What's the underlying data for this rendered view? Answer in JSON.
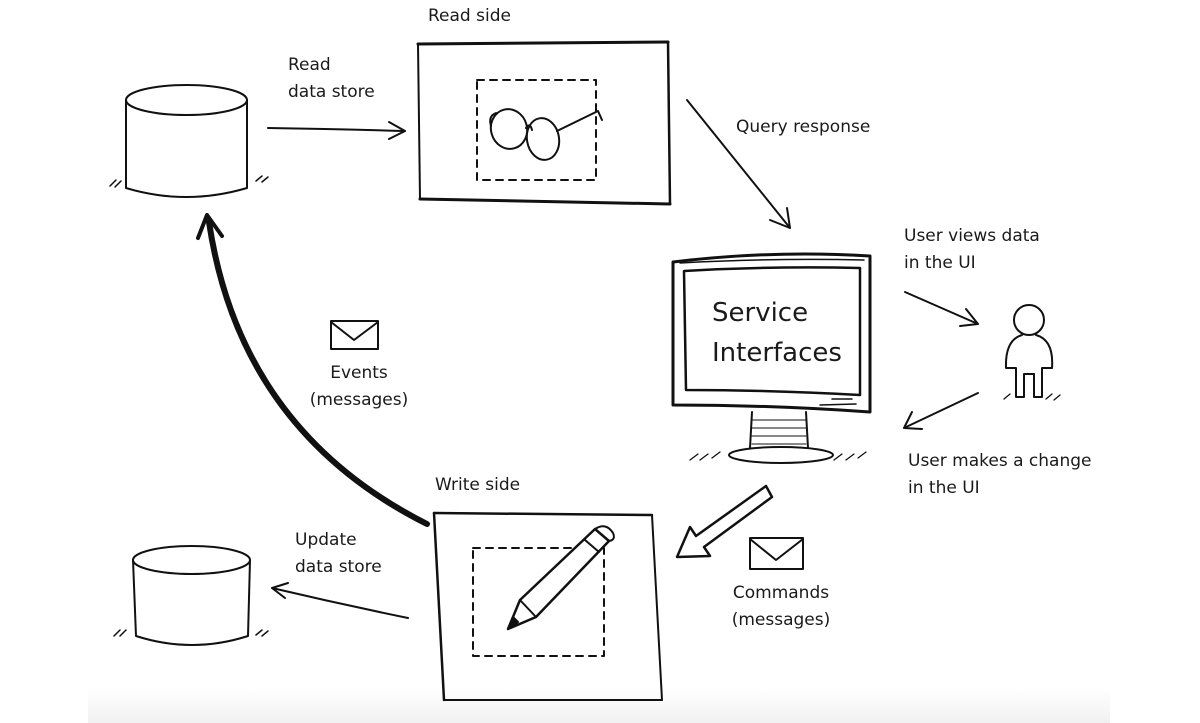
{
  "diagram": {
    "read_side": {
      "label": "Read side"
    },
    "read_store_arrow": {
      "line1": "Read",
      "line2": "data store"
    },
    "query_response": {
      "label": "Query response"
    },
    "service": {
      "line1": "Service",
      "line2": "Interfaces"
    },
    "user_views": {
      "line1": "User views data",
      "line2": "in the UI"
    },
    "user_change": {
      "line1": "User makes a change",
      "line2": "in the UI"
    },
    "events": {
      "line1": "Events",
      "line2": "(messages)"
    },
    "write_side": {
      "label": "Write side"
    },
    "update_store": {
      "line1": "Update",
      "line2": "data store"
    },
    "commands": {
      "line1": "Commands",
      "line2": "(messages)"
    },
    "icons": [
      "database-icon",
      "glasses-icon",
      "monitor-icon",
      "person-icon",
      "envelope-icon",
      "pencil-icon"
    ]
  }
}
